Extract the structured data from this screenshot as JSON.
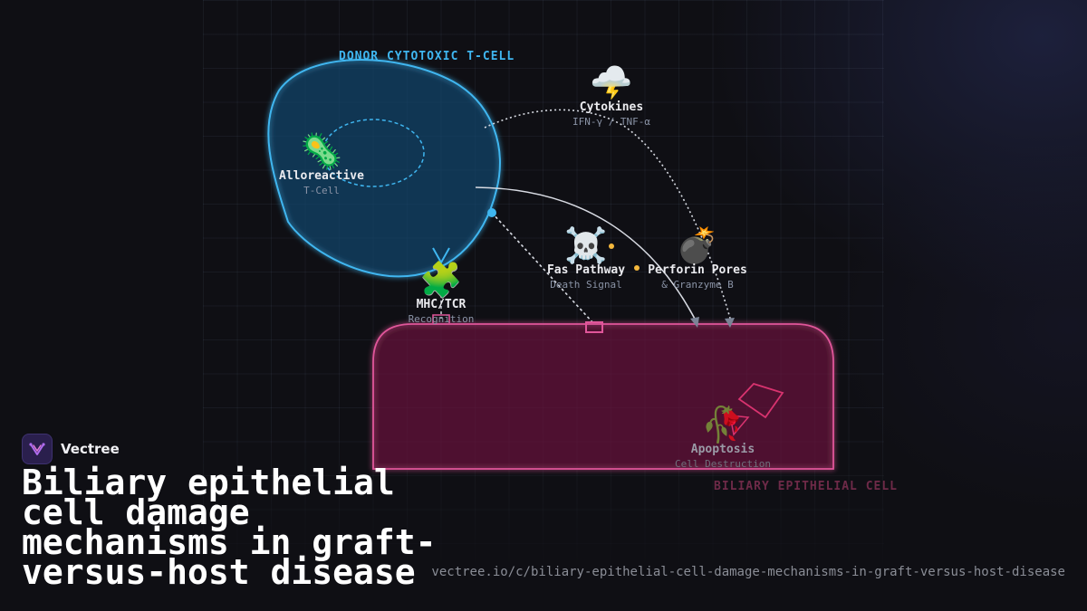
{
  "diagram": {
    "tcell_label": "DONOR CYTOTOXIC T-CELL",
    "bec_label": "BILIARY EPITHELIAL CELL",
    "nodes": {
      "alloreactive": {
        "icon": "🦠",
        "icon_name": "microbe-icon",
        "title": "Alloreactive",
        "sub": "T-Cell"
      },
      "cytokines": {
        "icon": "🌩️",
        "icon_name": "storm-cloud-icon",
        "title": "Cytokines",
        "sub": "IFN-γ / TNF-α"
      },
      "fas": {
        "icon": "☠️",
        "icon_name": "skull-crossbones-icon",
        "title": "Fas Pathway",
        "sub": "Death Signal"
      },
      "perforin": {
        "icon": "💣",
        "icon_name": "bomb-icon",
        "title": "Perforin Pores",
        "sub": "& Granzyme B"
      },
      "mhc": {
        "icon": "🧩",
        "icon_name": "puzzle-piece-icon",
        "title": "MHC/TCR",
        "sub": "Recognition"
      },
      "apoptosis": {
        "icon": "🥀",
        "icon_name": "wilted-flower-icon",
        "title": "Apoptosis",
        "sub": "Cell Destruction"
      }
    },
    "colors": {
      "tcell": "#3fb6f0",
      "bec": "#e0569a",
      "accent": "#f5b83d"
    }
  },
  "brand": {
    "name": "Vectree",
    "logo_icon": "vectree-logo-icon"
  },
  "title": "Biliary epithelial cell damage mechanisms in graft-versus-host disease",
  "url": "vectree.io/c/biliary-epithelial-cell-damage-mechanisms-in-graft-versus-host-disease"
}
